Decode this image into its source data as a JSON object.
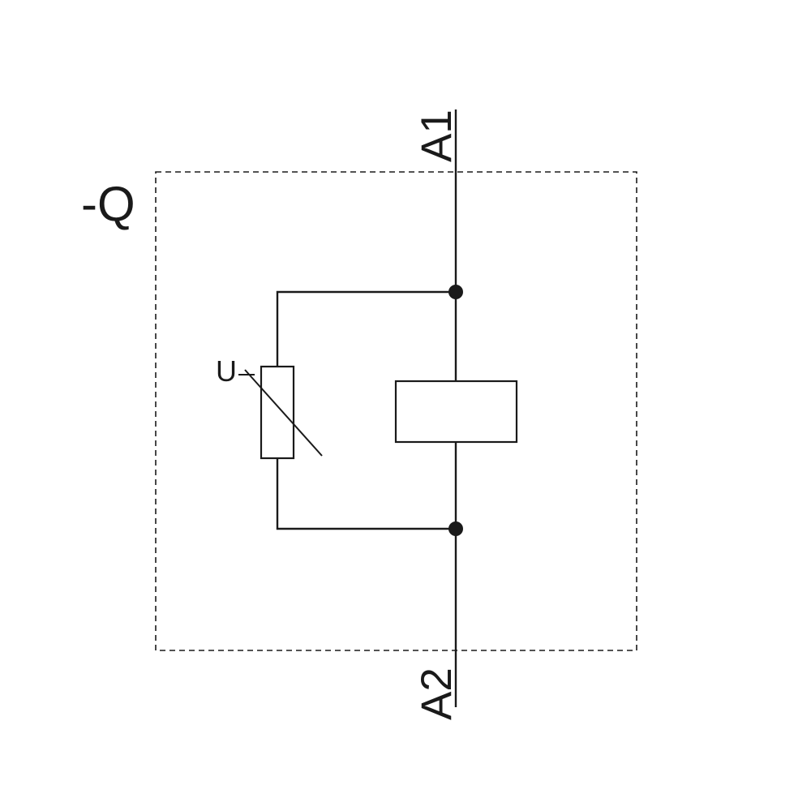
{
  "diagram": {
    "type": "electrical-schematic",
    "labels": {
      "component": "-Q",
      "terminal_top": "A1",
      "terminal_bottom": "A2",
      "varistor": "U"
    },
    "colors": {
      "line": "#1a1a1a",
      "background": "#ffffff",
      "fill_junction": "#1a1a1a",
      "fill_symbol": "#ffffff"
    }
  }
}
